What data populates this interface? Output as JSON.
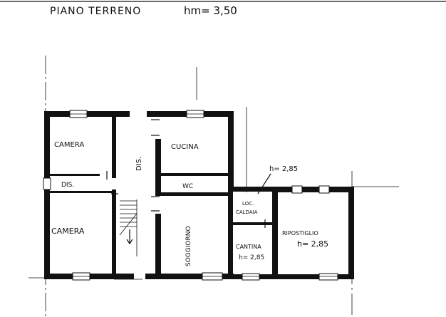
{
  "sheet": {
    "title": "PIANO  TERRENO",
    "height_note": "hm= 3,50"
  },
  "rooms": {
    "camera_top": "CAMERA",
    "dis_left": "DIS.",
    "camera_bottom": "CAMERA",
    "dis_corridor": "DIS.",
    "cucina": "CUCINA",
    "wc": "WC",
    "soggiorno": "SOGGIORNO",
    "loc_caldaia_1": "LOC.",
    "loc_caldaia_2": "CALDAIA",
    "cantina": "CANTINA",
    "cantina_height": "h= 2,85",
    "ripostiglio": "RIPOSTIGLIO",
    "ripostiglio_height": "h= 2,85"
  },
  "annotations": {
    "callout_height": "h= 2,85"
  }
}
